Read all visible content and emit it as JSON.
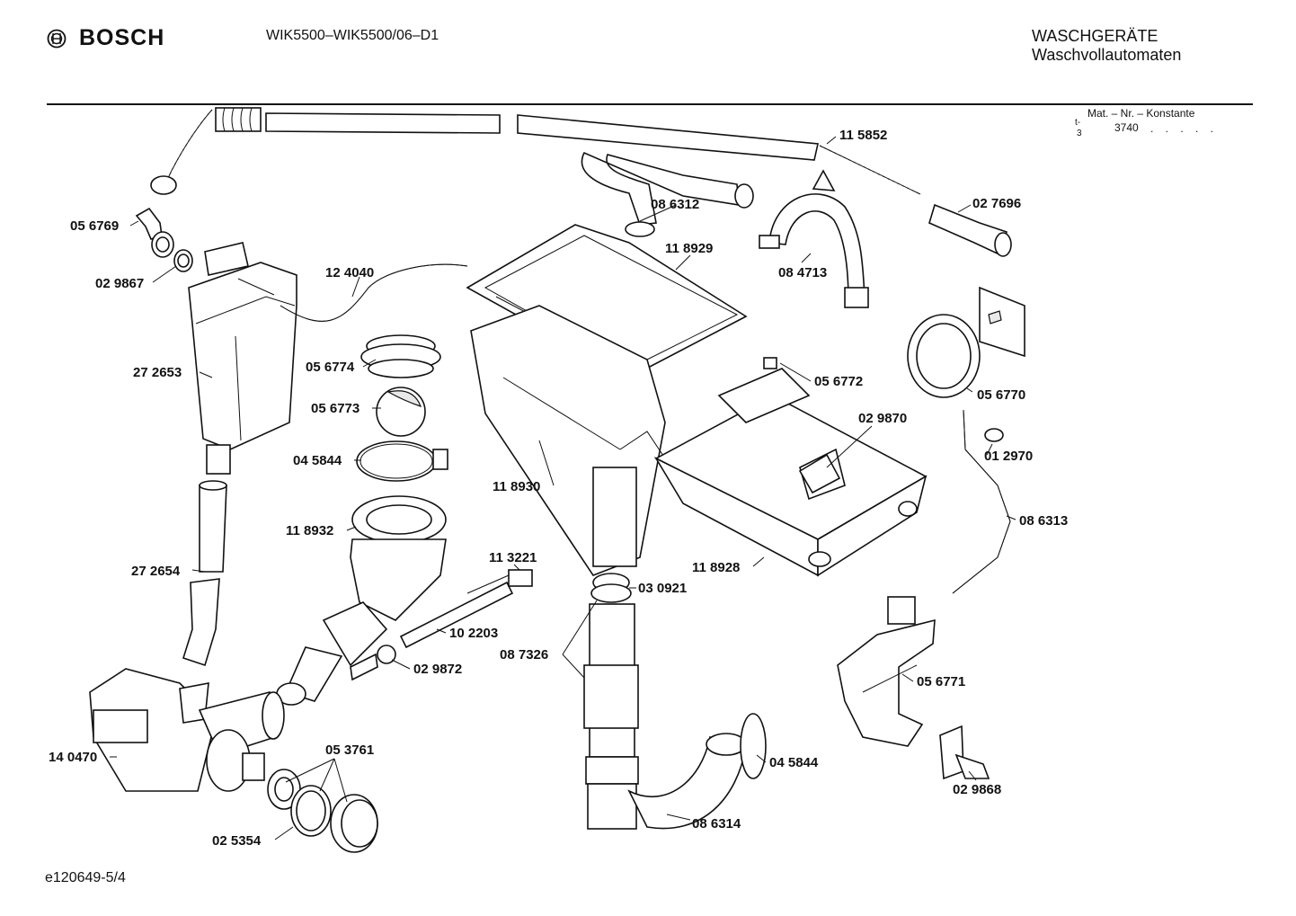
{
  "header": {
    "brand": "BOSCH",
    "model": "WIK5500–WIK5500/06–D1",
    "category_line1": "WASCHGERÄTE",
    "category_line2": "Waschvollautomaten",
    "mat_nr_label": "Mat. – Nr. – Konstante",
    "mat_nr_value": "3740",
    "mat_nr_dots": ". . . . .",
    "side_mark_1": "t-",
    "side_mark_2": "3"
  },
  "footer": {
    "doc_code": "e120649-5/4"
  },
  "parts": [
    "11 5852",
    "08 6312",
    "02 7696",
    "05 6769",
    "02 9867",
    "11 8929",
    "08 4713",
    "12 4040",
    "27 2653",
    "05 6774",
    "05 6773",
    "04 5844",
    "05 6772",
    "05 6770",
    "02 9870",
    "01 2970",
    "11 8930",
    "11 8932",
    "08 6313",
    "11 3221",
    "27 2654",
    "11 8928",
    "03 0921",
    "10 2203",
    "08 7326",
    "02 9872",
    "05 6771",
    "14 0470",
    "05 3761",
    "04 5844",
    "02 9868",
    "02 5354",
    "08 6314"
  ]
}
